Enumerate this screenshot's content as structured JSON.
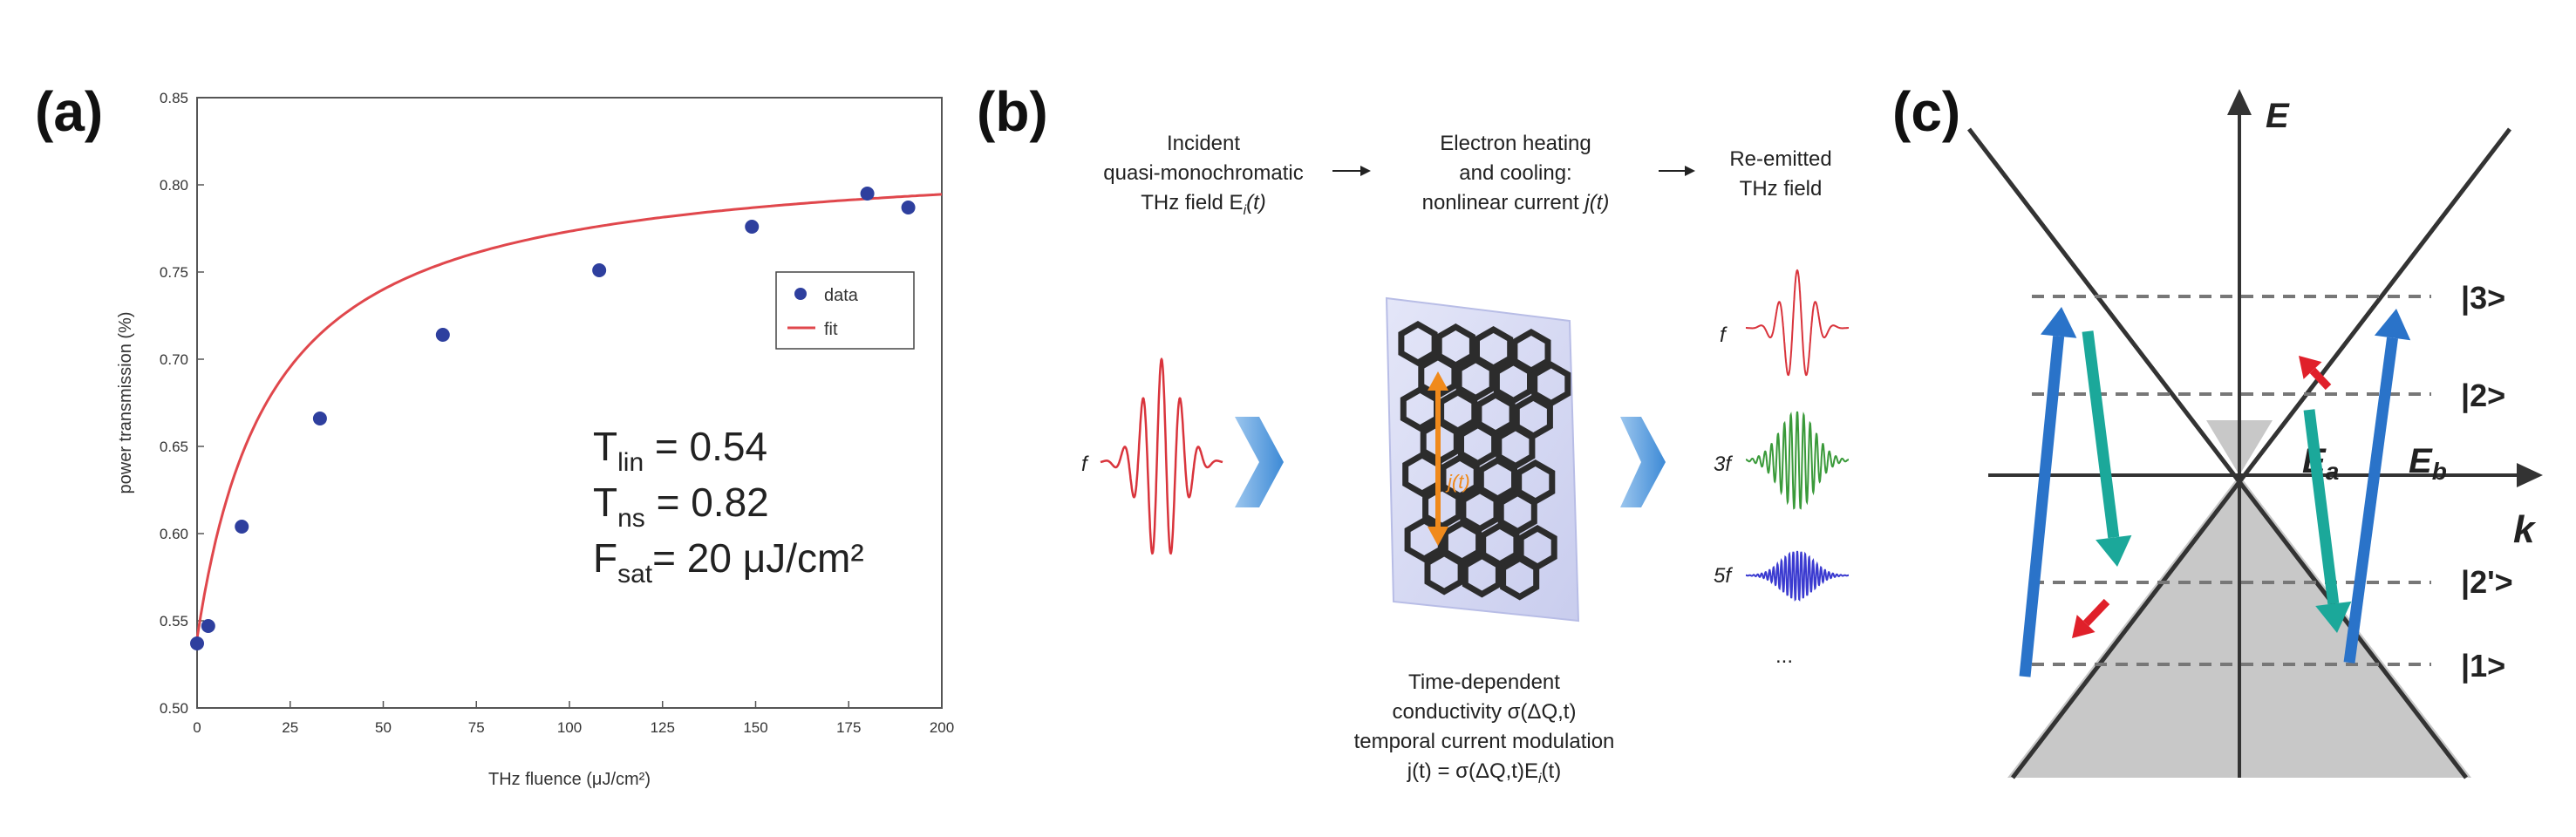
{
  "panel_a": {
    "label": "(a)",
    "chart_data": {
      "type": "scatter",
      "xlabel": "THz fluence (μJ/cm²)",
      "ylabel": "power transmission (%)",
      "xlim": [
        0,
        200
      ],
      "ylim": [
        0.5,
        0.85
      ],
      "xticks": [
        "0",
        "25",
        "50",
        "75",
        "100",
        "125",
        "150",
        "175",
        "200"
      ],
      "yticks": [
        "0.50",
        "0.55",
        "0.60",
        "0.65",
        "0.70",
        "0.75",
        "0.80",
        "0.85"
      ],
      "grid": false,
      "legend_position": "right",
      "series": [
        {
          "name": "data",
          "color": "#2e3f9e",
          "x": [
            0,
            3,
            12,
            33,
            66,
            108,
            149,
            180,
            191
          ],
          "y": [
            0.537,
            0.547,
            0.604,
            0.666,
            0.714,
            0.751,
            0.776,
            0.795,
            0.787
          ]
        },
        {
          "name": "fit",
          "color": "#e0474c",
          "model": {
            "T_lin": 0.54,
            "T_ns": 0.82,
            "F_sat": 20
          }
        }
      ],
      "annotations": {
        "t_lin": {
          "sym": "T",
          "sub": "lin",
          "eq": " = 0.54"
        },
        "t_ns": {
          "sym": "T",
          "sub": "ns",
          "eq": " = 0.82"
        },
        "f_sat": {
          "sym": "F",
          "sub": "sat",
          "eq": "= 20 μJ/cm²"
        }
      }
    }
  },
  "panel_b": {
    "label": "(b)",
    "col1": [
      "Incident",
      "quasi-monochromatic",
      "THz field E"
    ],
    "col1_sub": "i",
    "col1_tail": "(t)",
    "col2": [
      "Electron heating",
      "and cooling:",
      "nonlinear current "
    ],
    "col2_tail": "j(t)",
    "col3": [
      "Re-emitted",
      "THz field"
    ],
    "incident_freq": "f",
    "current_label": "j(t)",
    "harmonics": [
      "f",
      "3f",
      "5f"
    ],
    "ellipsis": "...",
    "bottom": [
      "Time-dependent",
      "conductivity σ(ΔQ,t)",
      "temporal current modulation",
      "j(t) = σ(ΔQ,t)E"
    ],
    "bottom_sub": "i",
    "bottom_tail": "(t)",
    "colors": {
      "f": "#d9343c",
      "3f": "#3a9a3a",
      "5f": "#3a3ad0",
      "arrow": "#5aa0dc",
      "current": "#f08a1c"
    }
  },
  "panel_c": {
    "label": "(c)",
    "energy_axis": "E",
    "momentum_axis": "k",
    "levels": [
      "|3>",
      "|2>",
      "|2'>",
      "|1>"
    ],
    "ea": "a",
    "eb": "b",
    "colors": {
      "blue": "#2a73c9",
      "teal": "#1ba89a",
      "red": "#e0202a",
      "fill": "#c8c8c8"
    }
  }
}
